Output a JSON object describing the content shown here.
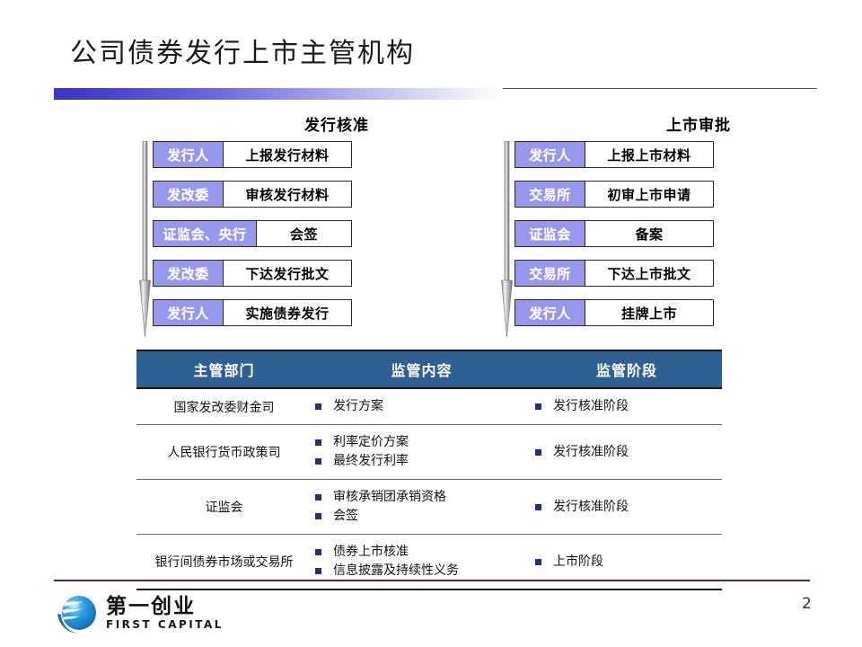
{
  "slide": {
    "title": "公司债券发行上市主管机构",
    "page_number": "2",
    "accent_gradient_start": "#3a34c6",
    "footer_rule_color": "#6b1f36"
  },
  "flow_left": {
    "heading": "发行核准",
    "arrow_icon": "down-arrow-icon",
    "rows": [
      {
        "actor": "发行人",
        "action": "上报发行材料",
        "wide_actor": false
      },
      {
        "actor": "发改委",
        "action": "审核发行材料",
        "wide_actor": false
      },
      {
        "actor": "证监会、央行",
        "action": "会签",
        "wide_actor": true
      },
      {
        "actor": "发改委",
        "action": "下达发行批文",
        "wide_actor": false
      },
      {
        "actor": "发行人",
        "action": "实施债券发行",
        "wide_actor": false
      }
    ]
  },
  "flow_right": {
    "heading": "上市审批",
    "arrow_icon": "down-arrow-icon",
    "rows": [
      {
        "actor": "发行人",
        "action": "上报上市材料",
        "wide_actor": false
      },
      {
        "actor": "交易所",
        "action": "初审上市申请",
        "wide_actor": false
      },
      {
        "actor": "证监会",
        "action": "备案",
        "wide_actor": false
      },
      {
        "actor": "交易所",
        "action": "下达上市批文",
        "wide_actor": false
      },
      {
        "actor": "发行人",
        "action": "挂牌上市",
        "wide_actor": false
      }
    ]
  },
  "table": {
    "header_color": "#2f6094",
    "bullet_color": "#1f2f86",
    "columns": [
      "主管部门",
      "监管内容",
      "监管阶段"
    ],
    "rows": [
      {
        "dept": "国家发改委财金司",
        "content": [
          "发行方案"
        ],
        "stage": [
          "发行核准阶段"
        ]
      },
      {
        "dept": "人民银行货币政策司",
        "content": [
          "利率定价方案",
          "最终发行利率"
        ],
        "stage": [
          "发行核准阶段"
        ]
      },
      {
        "dept": "证监会",
        "content": [
          "审核承销团承销资格",
          "会签"
        ],
        "stage": [
          "发行核准阶段"
        ]
      },
      {
        "dept": "银行间债券市场或交易所",
        "content": [
          "债券上市核准",
          "信息披露及持续性义务"
        ],
        "stage": [
          "上市阶段"
        ]
      }
    ]
  },
  "footer": {
    "logo_icon": "globe-logo-icon",
    "logo_cn": "第一创业",
    "logo_en": "FIRST CAPITAL"
  }
}
